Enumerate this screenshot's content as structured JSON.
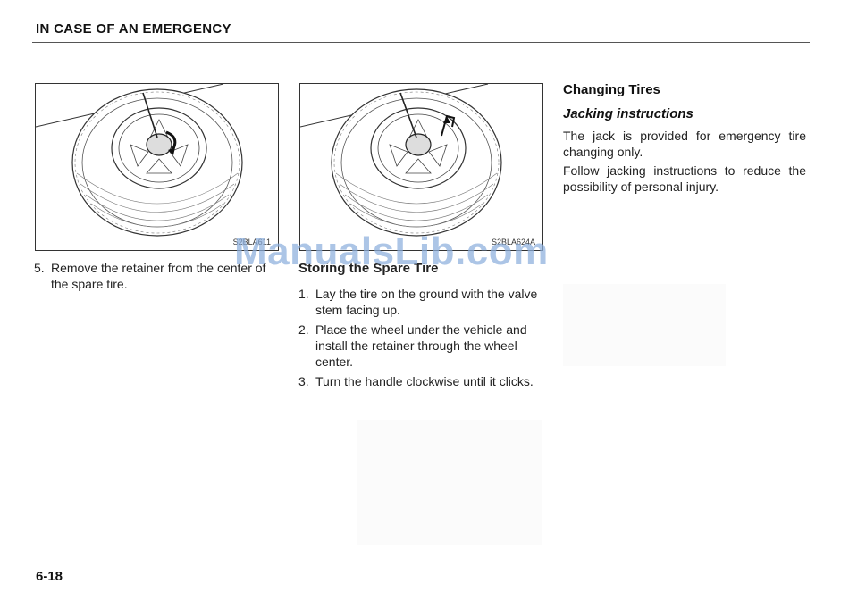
{
  "header": {
    "title": "IN CASE OF AN EMERGENCY"
  },
  "figures": [
    {
      "code": "S2BLA611"
    },
    {
      "code": "S2BLA624A"
    }
  ],
  "left_column": {
    "step5": {
      "number": "5.",
      "text": "Remove the retainer from the center of the spare tire."
    }
  },
  "middle_column": {
    "section_title": "Storing the Spare Tire",
    "steps": [
      {
        "number": "1.",
        "text": "Lay the tire on the ground with the valve stem facing up."
      },
      {
        "number": "2.",
        "text": "Place the wheel under the vehicle and install the retainer through the wheel center."
      },
      {
        "number": "3.",
        "text": "Turn the handle clockwise until it clicks."
      }
    ]
  },
  "right_column": {
    "title": "Changing Tires",
    "subtitle": "Jacking instructions",
    "paragraphs": [
      "The jack is provided for emergency tire changing only.",
      "Follow jacking instructions to reduce the possibility of personal injury."
    ]
  },
  "page_number": "6-18",
  "watermark": "ManualsLib.com",
  "colors": {
    "watermark": "#8cafdc",
    "rule": "#555555"
  }
}
